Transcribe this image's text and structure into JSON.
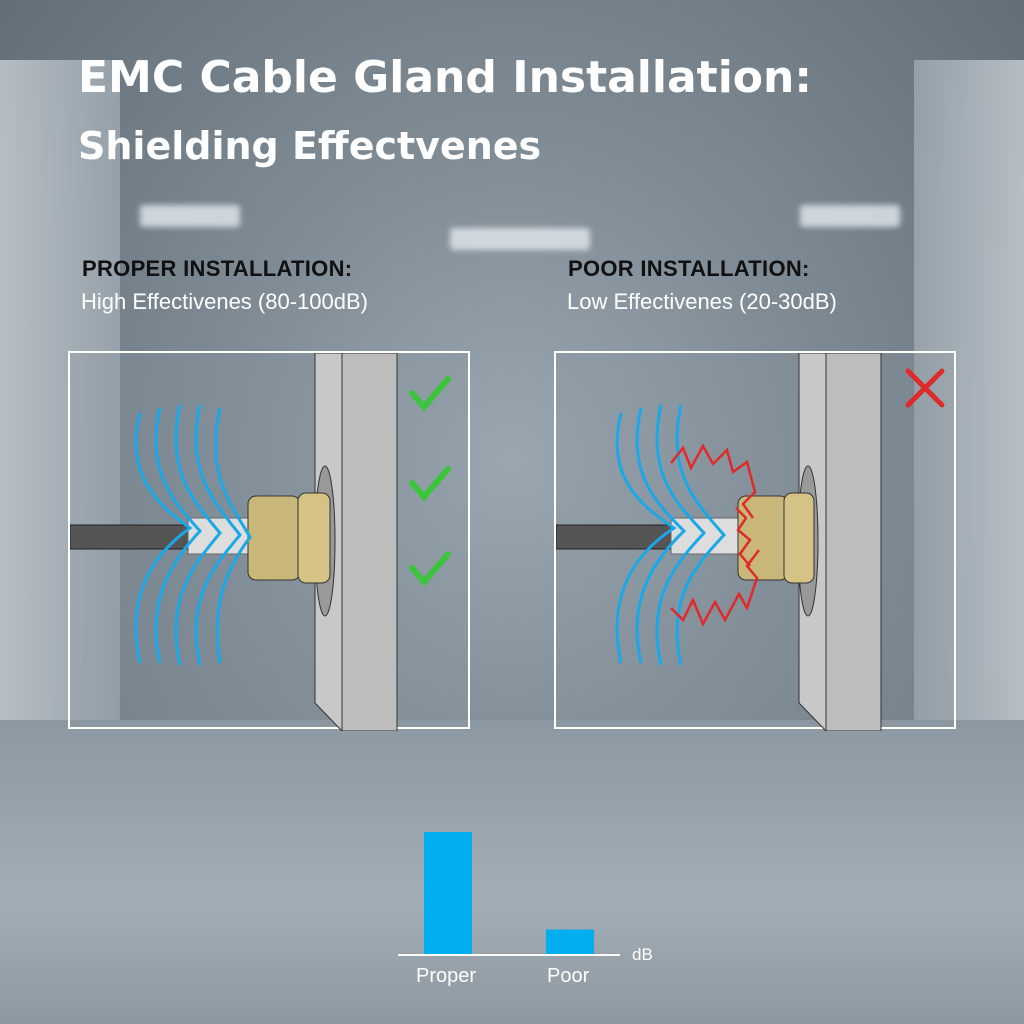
{
  "title": {
    "line1": "EMC Cable Gland Installation:",
    "line2": "Shielding Effectvenes"
  },
  "proper": {
    "heading": "PROPER INSTALLATION:",
    "subtitle": "High Effectivenes (80-100dB)",
    "status_icon": "checkmark-icon",
    "status_color": "#3cc43c"
  },
  "poor": {
    "heading": "POOR INSTALLATION:",
    "subtitle": "Low Effectivenes (20-30dB)",
    "status_icon": "cross-icon",
    "status_color": "#e02a2a"
  },
  "colors": {
    "field_lines": "#19a8e8",
    "gland": "#c9b77a",
    "leak": "#e02a2a",
    "bar": "#00adef"
  },
  "chart_data": {
    "type": "bar",
    "categories": [
      "Proper",
      "Poor"
    ],
    "values": [
      100,
      20
    ],
    "xlabel": "",
    "ylabel": "dB",
    "ylim": [
      0,
      100
    ],
    "grid": false
  }
}
